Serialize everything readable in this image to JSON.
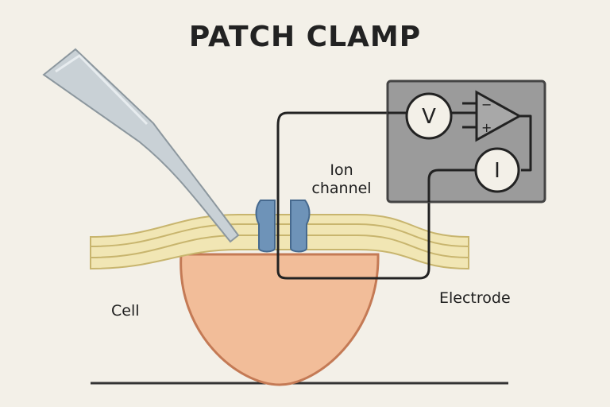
{
  "title": "PATCH CLAMP",
  "labels": {
    "ion_channel_line1": "Ion",
    "ion_channel_line2": "channel",
    "cell": "Cell",
    "electrode": "Electrode"
  },
  "amplifier": {
    "voltmeter_symbol": "V",
    "ammeter_symbol": "I",
    "op_amp_minus": "−",
    "op_amp_plus": "+"
  },
  "colors": {
    "background": "#f3f0e8",
    "cell_fill": "#f2bd99",
    "cell_stroke": "#c47a55",
    "membrane": "#f1e6b4",
    "membrane_stroke": "#c8b56e",
    "ion_channel": "#6e93b8",
    "pipette": "#c9d1d6",
    "amplifier_box": "#9b9b9b",
    "wire": "#222222"
  }
}
